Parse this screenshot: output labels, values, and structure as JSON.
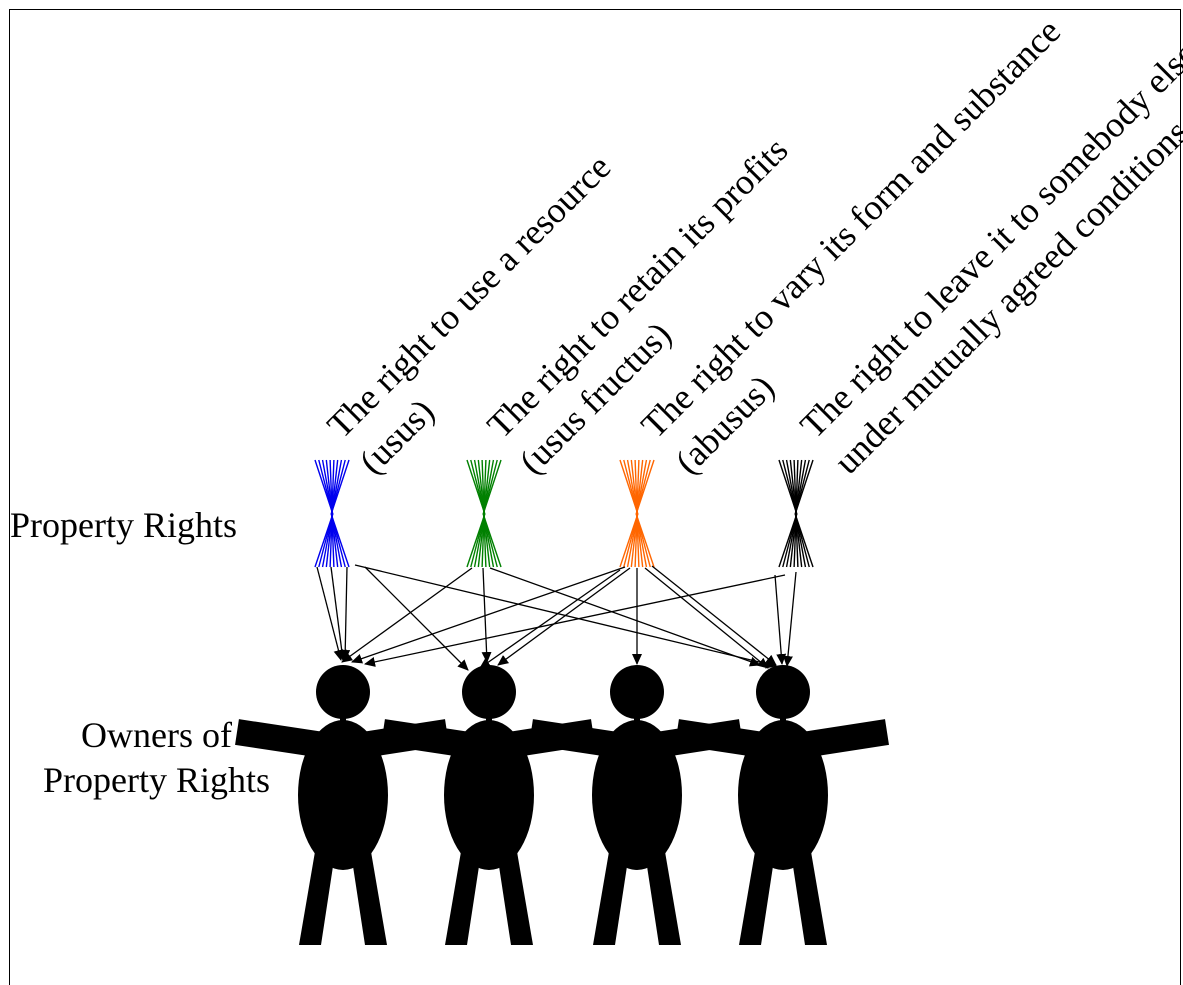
{
  "labels": {
    "property_rights": "Property Rights",
    "owners_line1": "Owners of",
    "owners_line2": "Property Rights"
  },
  "rights": [
    {
      "line1": "The right to use a resource",
      "line2": "(usus)",
      "color": "#0000ee"
    },
    {
      "line1": "The right to retain its profits",
      "line2": "(usus fructus)",
      "color": "#008000"
    },
    {
      "line1": "The right to vary its form and substance",
      "line2": "(abusus)",
      "color": "#ff6600"
    },
    {
      "line1": "The right to leave it to somebody else",
      "line2": "under mutually agreed conditions",
      "color": "#000000"
    }
  ],
  "owner_icon": "person-silhouette-icon",
  "ink_color": "#000000"
}
